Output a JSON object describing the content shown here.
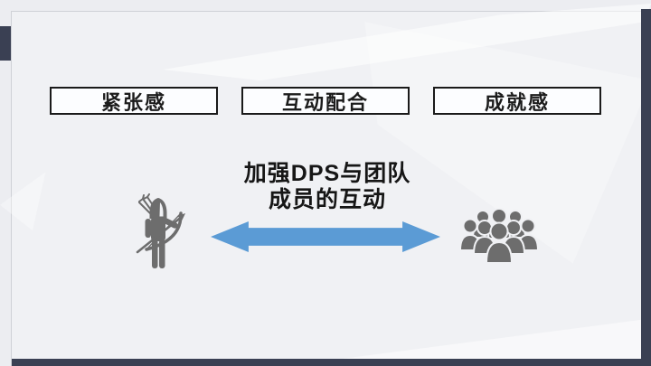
{
  "slide": {
    "concept_boxes": [
      {
        "label": "紧张感"
      },
      {
        "label": "互动配合"
      },
      {
        "label": "成就感"
      }
    ],
    "center_title": {
      "line1": "加强DPS与团队",
      "line2": "成员的互动"
    },
    "icons": {
      "left": "archer-icon",
      "right": "crowd-icon",
      "connector": "double-headed-arrow"
    },
    "colors": {
      "accent_dark": "#3a4053",
      "arrow_blue": "#5b9bd5",
      "icon_gray": "#6d6d6d",
      "box_border": "#1a1a1a",
      "slide_background": "#f0f1f4"
    }
  }
}
